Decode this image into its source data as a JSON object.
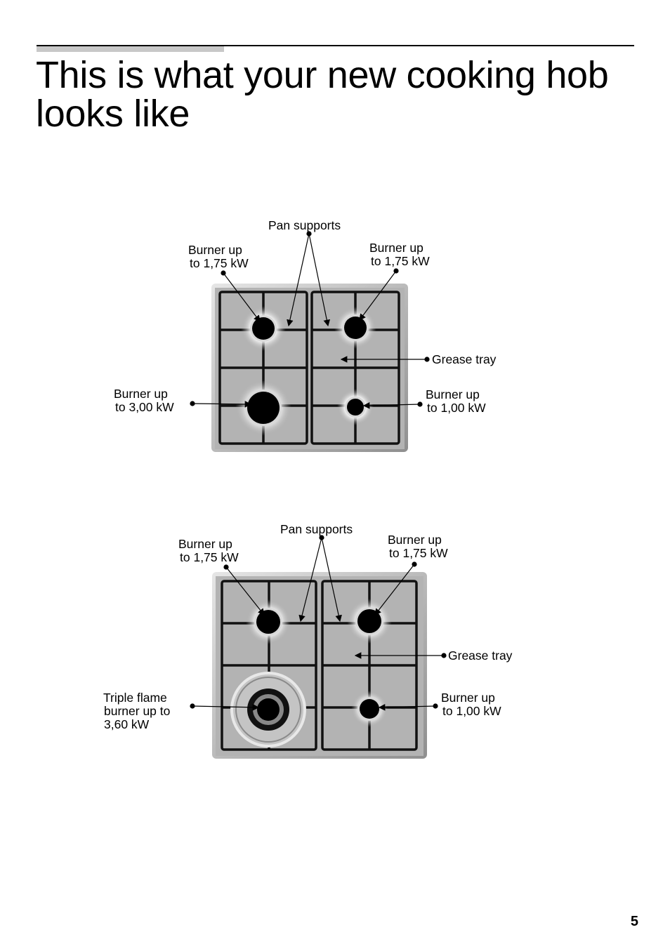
{
  "page": {
    "title": "This is what your new cooking hob looks like",
    "page_number": "5"
  },
  "hob1": {
    "pan_supports": "Pan supports",
    "burner_top_left_line1": "Burner up",
    "burner_top_left_line2": "to 1,75 kW",
    "burner_top_right_line1": "Burner up",
    "burner_top_right_line2": "to 1,75 kW",
    "grease_tray": "Grease tray",
    "burner_bottom_left_line1": "Burner up",
    "burner_bottom_left_line2": "to 3,00 kW",
    "burner_bottom_right_line1": "Burner up",
    "burner_bottom_right_line2": "to 1,00 kW"
  },
  "hob2": {
    "pan_supports": "Pan supports",
    "burner_top_left_line1": "Burner up",
    "burner_top_left_line2": "to 1,75 kW",
    "burner_top_right_line1": "Burner up",
    "burner_top_right_line2": "to 1,75 kW",
    "grease_tray": "Grease tray",
    "triple_flame_line1": "Triple flame",
    "triple_flame_line2": "burner up to",
    "triple_flame_line3": "3,60 kW",
    "burner_bottom_right_line1": "Burner up",
    "burner_bottom_right_line2": "to 1,00 kW"
  }
}
